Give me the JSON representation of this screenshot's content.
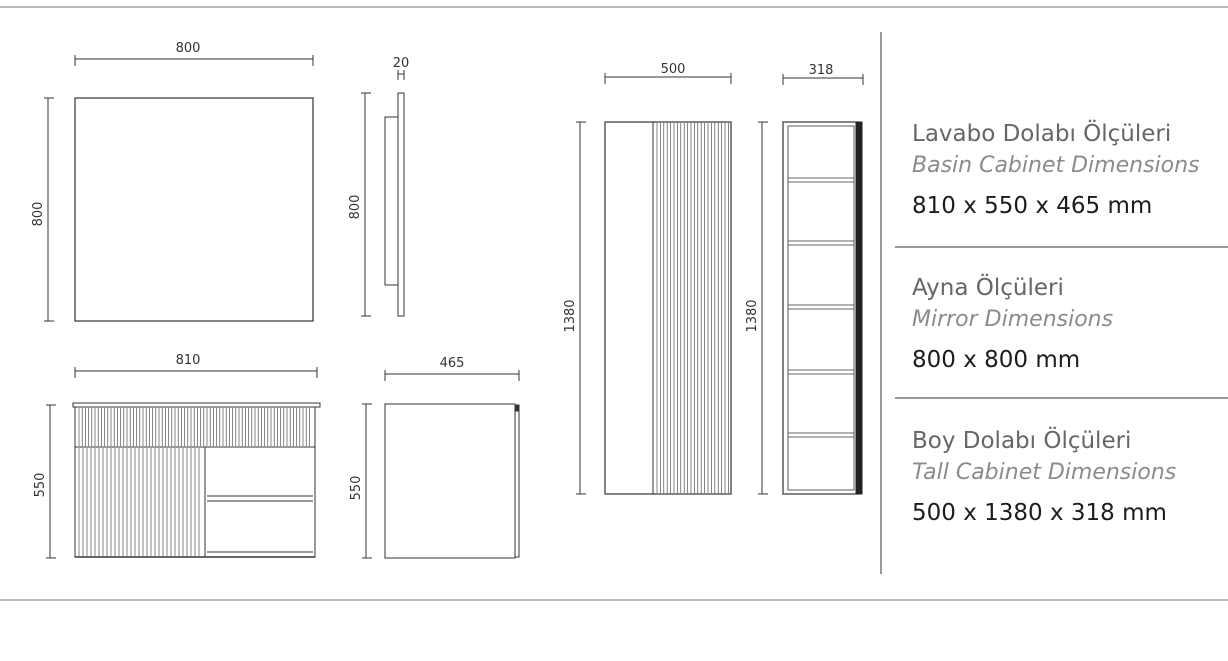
{
  "drawing_labels": {
    "mirror_front_width": "800",
    "mirror_front_height": "800",
    "mirror_side_depth": "20",
    "mirror_side_height": "800",
    "basin_front_width": "810",
    "basin_front_height": "550",
    "basin_side_depth": "465",
    "basin_side_height": "550",
    "tall_front_width": "500",
    "tall_front_height": "1380",
    "tall_side_depth": "318",
    "tall_side_height": "1380"
  },
  "specs": [
    {
      "title_tr": "Lavabo Dolabı Ölçüleri",
      "title_en": "Basin Cabinet Dimensions",
      "dims": "810 x 550 x 465 mm"
    },
    {
      "title_tr": "Ayna Ölçüleri",
      "title_en": "Mirror Dimensions",
      "dims": "800 x 800 mm"
    },
    {
      "title_tr": "Boy Dolabı Ölçüleri",
      "title_en": "Tall Cabinet Dimensions",
      "dims": "500 x 1380 x 318 mm"
    }
  ],
  "colors": {
    "line": "#333333",
    "rule": "#b9b9b9",
    "text_dark": "#1c1c1c",
    "text_muted": "#8b8b8b"
  }
}
